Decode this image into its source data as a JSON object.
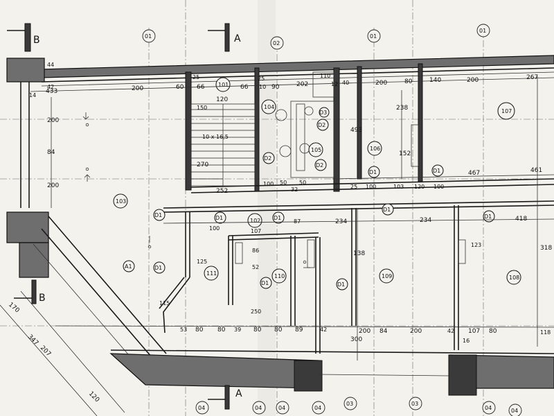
{
  "sections": [
    {
      "key": "sec-b-top",
      "label": "B"
    },
    {
      "key": "sec-a-top",
      "label": "A"
    },
    {
      "key": "sec-b-left",
      "label": "B"
    },
    {
      "key": "sec-a-bottom",
      "label": "A"
    }
  ],
  "rooms": [
    {
      "key": "room-101",
      "label": "101"
    },
    {
      "key": "room-102",
      "label": "102"
    },
    {
      "key": "room-103",
      "label": "103"
    },
    {
      "key": "room-104",
      "label": "104"
    },
    {
      "key": "room-105",
      "label": "105"
    },
    {
      "key": "room-106",
      "label": "106"
    },
    {
      "key": "room-107",
      "label": "107"
    },
    {
      "key": "room-108",
      "label": "108"
    },
    {
      "key": "room-109",
      "label": "109"
    },
    {
      "key": "room-110",
      "label": "110"
    },
    {
      "key": "room-111",
      "label": "111"
    }
  ],
  "axis_marks": [
    {
      "key": "ax-01a",
      "label": "01"
    },
    {
      "key": "ax-02",
      "label": "02"
    },
    {
      "key": "ax-01b",
      "label": "01"
    },
    {
      "key": "ax-01c",
      "label": "01"
    },
    {
      "key": "ax-04a",
      "label": "04"
    },
    {
      "key": "ax-04b",
      "label": "04"
    },
    {
      "key": "ax-04c",
      "label": "04"
    },
    {
      "key": "ax-04d",
      "label": "04"
    },
    {
      "key": "ax-03a",
      "label": "03"
    },
    {
      "key": "ax-03b",
      "label": "03"
    },
    {
      "key": "ax-04e",
      "label": "04"
    },
    {
      "key": "ax-04f",
      "label": "04"
    }
  ],
  "door_tags": [
    {
      "key": "d-d1-1",
      "label": "D1"
    },
    {
      "key": "d-d1-2",
      "label": "D1"
    },
    {
      "key": "d-d1-3",
      "label": "D1"
    },
    {
      "key": "d-d1-4",
      "label": "D1"
    },
    {
      "key": "d-d1-5",
      "label": "D1"
    },
    {
      "key": "d-d1-6",
      "label": "D1"
    },
    {
      "key": "d-d1-7",
      "label": "D1"
    },
    {
      "key": "d-d1-8",
      "label": "D1"
    },
    {
      "key": "d-d1-9",
      "label": "D1"
    },
    {
      "key": "d-d1-10",
      "label": "D1"
    },
    {
      "key": "d-d2-1",
      "label": "D2"
    },
    {
      "key": "d-d2-2",
      "label": "D2"
    },
    {
      "key": "d-d2-3",
      "label": "D2"
    },
    {
      "key": "d-d3",
      "label": "D3"
    },
    {
      "key": "d-a1",
      "label": "A1"
    }
  ],
  "dimensions": [
    {
      "key": "dm-433",
      "label": "433"
    },
    {
      "key": "dm-200a",
      "label": "200"
    },
    {
      "key": "dm-60",
      "label": "60"
    },
    {
      "key": "dm-66a",
      "label": "66"
    },
    {
      "key": "dm-66b",
      "label": "66"
    },
    {
      "key": "dm-120",
      "label": "120"
    },
    {
      "key": "dm-25a",
      "label": "25"
    },
    {
      "key": "dm-25b",
      "label": "25"
    },
    {
      "key": "dm-10",
      "label": "10"
    },
    {
      "key": "dm-90",
      "label": "90"
    },
    {
      "key": "dm-202",
      "label": "202"
    },
    {
      "key": "dm-110",
      "label": "110"
    },
    {
      "key": "dm-12a",
      "label": "12"
    },
    {
      "key": "dm-40",
      "label": "40"
    },
    {
      "key": "dm-200b",
      "label": "200"
    },
    {
      "key": "dm-80a",
      "label": "80"
    },
    {
      "key": "dm-140",
      "label": "140"
    },
    {
      "key": "dm-200c",
      "label": "200"
    },
    {
      "key": "dm-267",
      "label": "267"
    },
    {
      "key": "dm-150",
      "label": "150"
    },
    {
      "key": "dm-238",
      "label": "238"
    },
    {
      "key": "dm-493",
      "label": "493"
    },
    {
      "key": "dm-200v",
      "label": "200"
    },
    {
      "key": "dm-84",
      "label": "84"
    },
    {
      "key": "dm-200v2",
      "label": "200"
    },
    {
      "key": "dm-270",
      "label": "270"
    },
    {
      "key": "dm-10x165",
      "label": "10 x 16,5"
    },
    {
      "key": "dm-152",
      "label": "152"
    },
    {
      "key": "dm-467",
      "label": "467"
    },
    {
      "key": "dm-461",
      "label": "461"
    },
    {
      "key": "dm-252",
      "label": "252"
    },
    {
      "key": "dm-100a",
      "label": "100"
    },
    {
      "key": "dm-50a",
      "label": "50"
    },
    {
      "key": "dm-50b",
      "label": "50"
    },
    {
      "key": "dm-32",
      "label": "32"
    },
    {
      "key": "dm-100b",
      "label": "100"
    },
    {
      "key": "dm-25c",
      "label": "25"
    },
    {
      "key": "dm-100c",
      "label": "100"
    },
    {
      "key": "dm-103",
      "label": "103"
    },
    {
      "key": "dm-120b",
      "label": "120"
    },
    {
      "key": "dm-100d",
      "label": "100"
    },
    {
      "key": "dm-418",
      "label": "418"
    },
    {
      "key": "dm-234a",
      "label": "234"
    },
    {
      "key": "dm-234b",
      "label": "234"
    },
    {
      "key": "dm-87",
      "label": "87"
    },
    {
      "key": "dm-107",
      "label": "107"
    },
    {
      "key": "dm-318",
      "label": "318"
    },
    {
      "key": "dm-123",
      "label": "123"
    },
    {
      "key": "dm-138",
      "label": "138"
    },
    {
      "key": "dm-86",
      "label": "86"
    },
    {
      "key": "dm-52",
      "label": "52"
    },
    {
      "key": "dm-125",
      "label": "125"
    },
    {
      "key": "dm-250",
      "label": "250"
    },
    {
      "key": "dm-115",
      "label": "115"
    },
    {
      "key": "dm-300",
      "label": "300"
    },
    {
      "key": "dm-16",
      "label": "16"
    },
    {
      "key": "dm-53",
      "label": "53"
    },
    {
      "key": "dm-80b",
      "label": "80"
    },
    {
      "key": "dm-80c",
      "label": "80"
    },
    {
      "key": "dm-39",
      "label": "39"
    },
    {
      "key": "dm-80d",
      "label": "80"
    },
    {
      "key": "dm-80e",
      "label": "80"
    },
    {
      "key": "dm-89",
      "label": "89"
    },
    {
      "key": "dm-42",
      "label": "42"
    },
    {
      "key": "dm-200d",
      "label": "200"
    },
    {
      "key": "dm-84b",
      "label": "84"
    },
    {
      "key": "dm-200e",
      "label": "200"
    },
    {
      "key": "dm-107b",
      "label": "107"
    },
    {
      "key": "dm-42b",
      "label": "42"
    },
    {
      "key": "dm-80f",
      "label": "80"
    },
    {
      "key": "dm-170",
      "label": "170"
    },
    {
      "key": "dm-347",
      "label": "347"
    },
    {
      "key": "dm-207",
      "label": "207"
    },
    {
      "key": "dm-120c",
      "label": "120"
    },
    {
      "key": "dm-118",
      "label": "118"
    },
    {
      "key": "dm-14",
      "label": "14"
    },
    {
      "key": "dm-44",
      "label": "44"
    },
    {
      "key": "dm-42c",
      "label": "42"
    }
  ]
}
